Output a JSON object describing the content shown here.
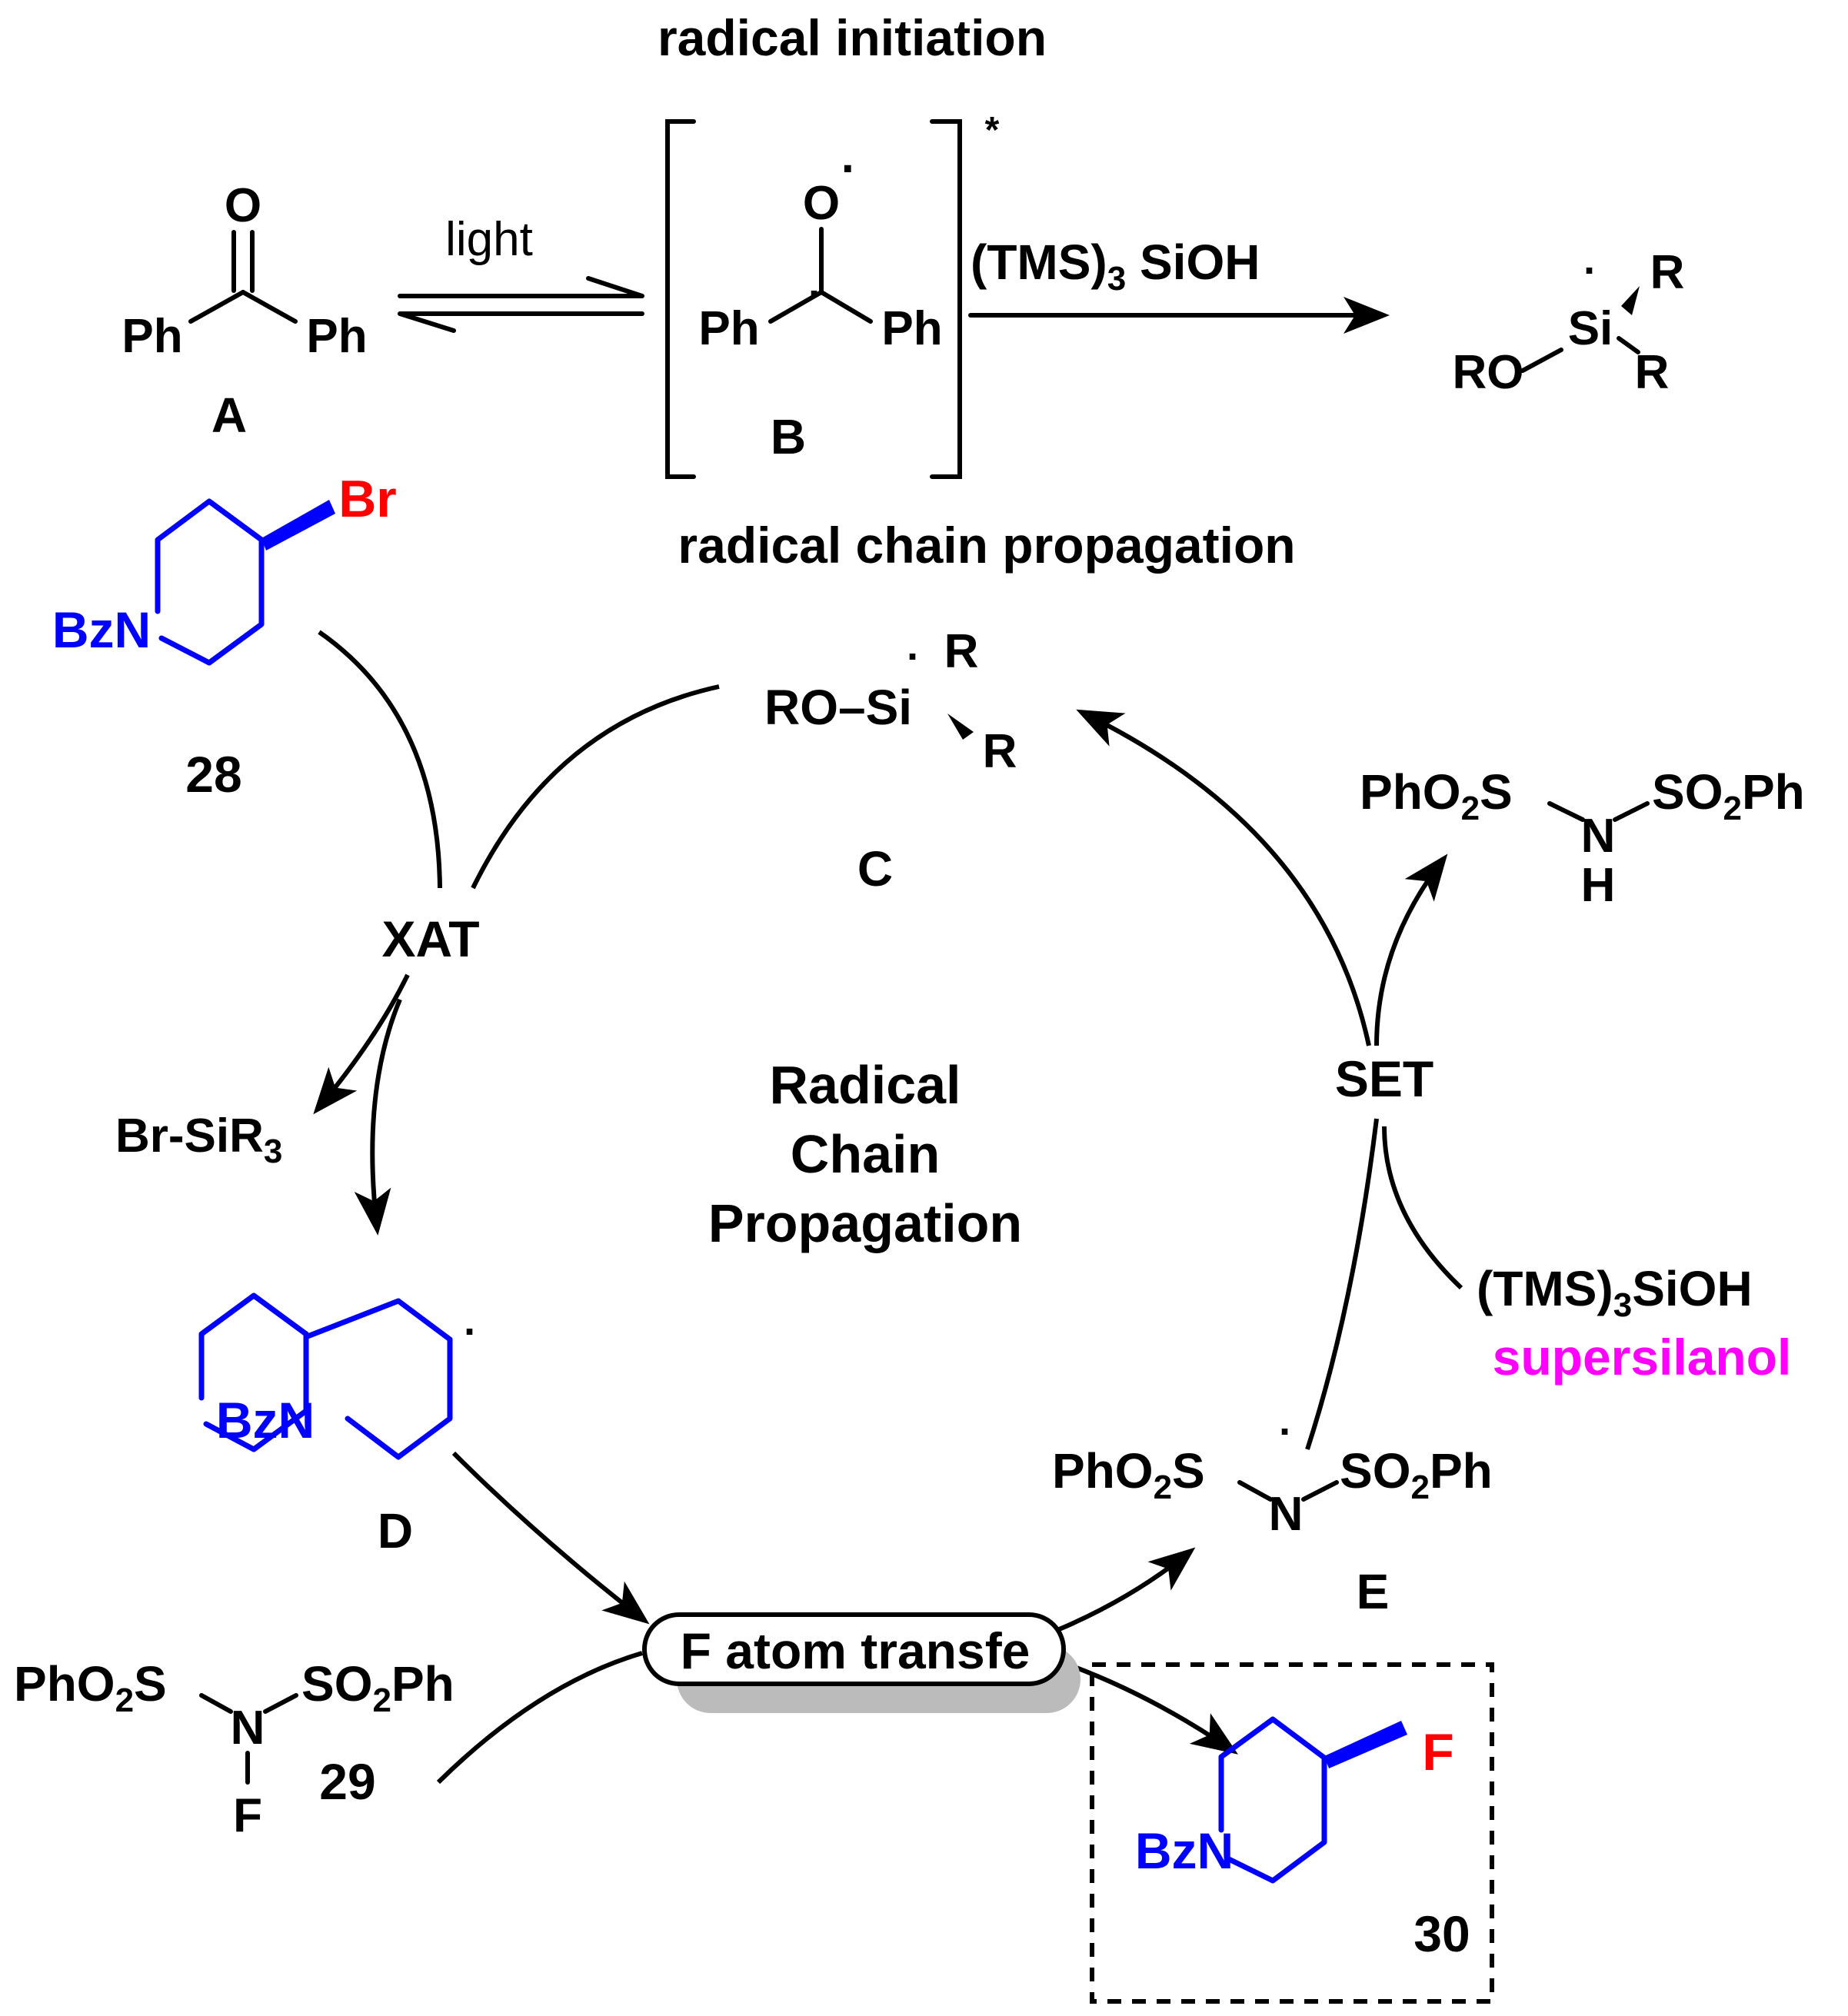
{
  "headings": {
    "initiation": "radical initiation",
    "propagation": "radical chain propagation"
  },
  "initiation": {
    "o_label": "O",
    "ph_label": "Ph",
    "compound_a": "A",
    "light_label": "light",
    "o_radical": "O",
    "radical_dot": "·",
    "star": "*",
    "compound_b": "B",
    "reagent_tms": "(TMS)",
    "reagent_sub": "3",
    "reagent_sioh": " SiOH",
    "product_ro": "RO",
    "product_si": "Si",
    "product_r": "R"
  },
  "cycle": {
    "center_line1": "Radical",
    "center_line2": "Chain",
    "center_line3": "Propagation",
    "xat": "XAT",
    "set": "SET",
    "br_sir3": "Br-SiR",
    "br_sir3_sub": "3",
    "c_ro_si": "RO–Si",
    "c_r": "R",
    "compound_c": "C",
    "compound_d": "D",
    "compound_e": "E",
    "bzn": "BzN",
    "br": "Br",
    "f": "F",
    "compound_28": "28",
    "compound_29": "29",
    "compound_30": "30",
    "pho2s": "PhO",
    "o2_sub": "2",
    "s": "S",
    "so2ph_so": "SO",
    "so2ph_ph": "Ph",
    "n": "N",
    "h": "H",
    "tms3sioh_a": "(TMS)",
    "tms3sioh_sub": "3",
    "tms3sioh_b": "SiOH",
    "supersilanol": "supersilanol",
    "f_atom_transfer": "F atom transfe"
  }
}
